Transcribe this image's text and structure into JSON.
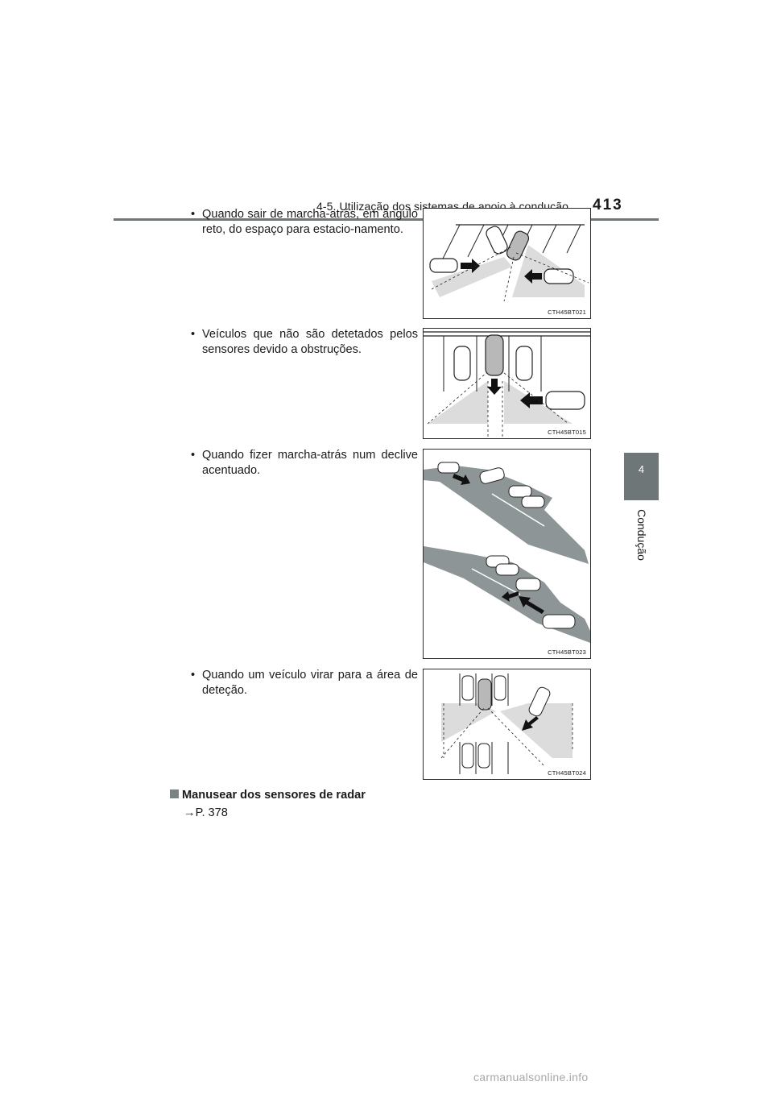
{
  "header": {
    "section_title": "4-5. Utilização dos sistemas de apoio à condução",
    "page_number": "413"
  },
  "side_tab": {
    "chapter_number": "4",
    "chapter_label": "Condução"
  },
  "bullets": [
    {
      "marker": "•",
      "text": "Quando sair de marcha-atrás, em ângulo reto, do espaço para estacio-namento.",
      "figure_code": "CTH45BT021"
    },
    {
      "marker": "•",
      "text": "Veículos que não são detetados pelos sensores devido a obstruções.",
      "figure_code": "CTH45BT015"
    },
    {
      "marker": "•",
      "text": "Quando fizer marcha-atrás num declive acentuado.",
      "figure_code": "CTH45BT023"
    },
    {
      "marker": "•",
      "text": "Quando um veículo virar para a área de deteção.",
      "figure_code": "CTH45BT024"
    }
  ],
  "subsection": {
    "title": "Manusear dos sensores de radar",
    "reference": "→P. 378"
  },
  "watermark": "carmanualsonline.info",
  "colors": {
    "tab_gray": "#6f7677",
    "zone_gray": "#dcdcdc",
    "road_gray": "#8e9596"
  }
}
